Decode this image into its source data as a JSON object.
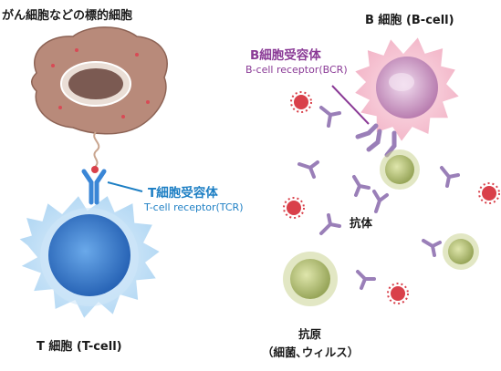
{
  "labels": {
    "target_cell": "がん細胞などの標的細胞",
    "b_cell": "B 細胞 (B-cell)",
    "bcr_name": "B細胞受容体",
    "bcr_en": "B-cell receptor(BCR)",
    "tcr_name": "T細胞受容体",
    "tcr_en": "T-cell receptor(TCR)",
    "antibody": "抗体",
    "t_cell": "T 細胞 (T-cell)",
    "antigen": "抗原",
    "antigen_sub": "（細菌､ウィルス）"
  },
  "colors": {
    "tcr_text": "#1d7fc4",
    "bcr_text": "#8a3a96",
    "t_cell_outer": "#cfe6f8",
    "t_cell_nucleus": "#3a86d6",
    "b_cell_outer": "#f7c9d6",
    "b_cell_nucleus": "#c98fc0",
    "target_cell": "#b88a7a",
    "antibody": "#9a7fb8",
    "bacteria": "#b2bc78",
    "virus_red": "#d9404a"
  }
}
